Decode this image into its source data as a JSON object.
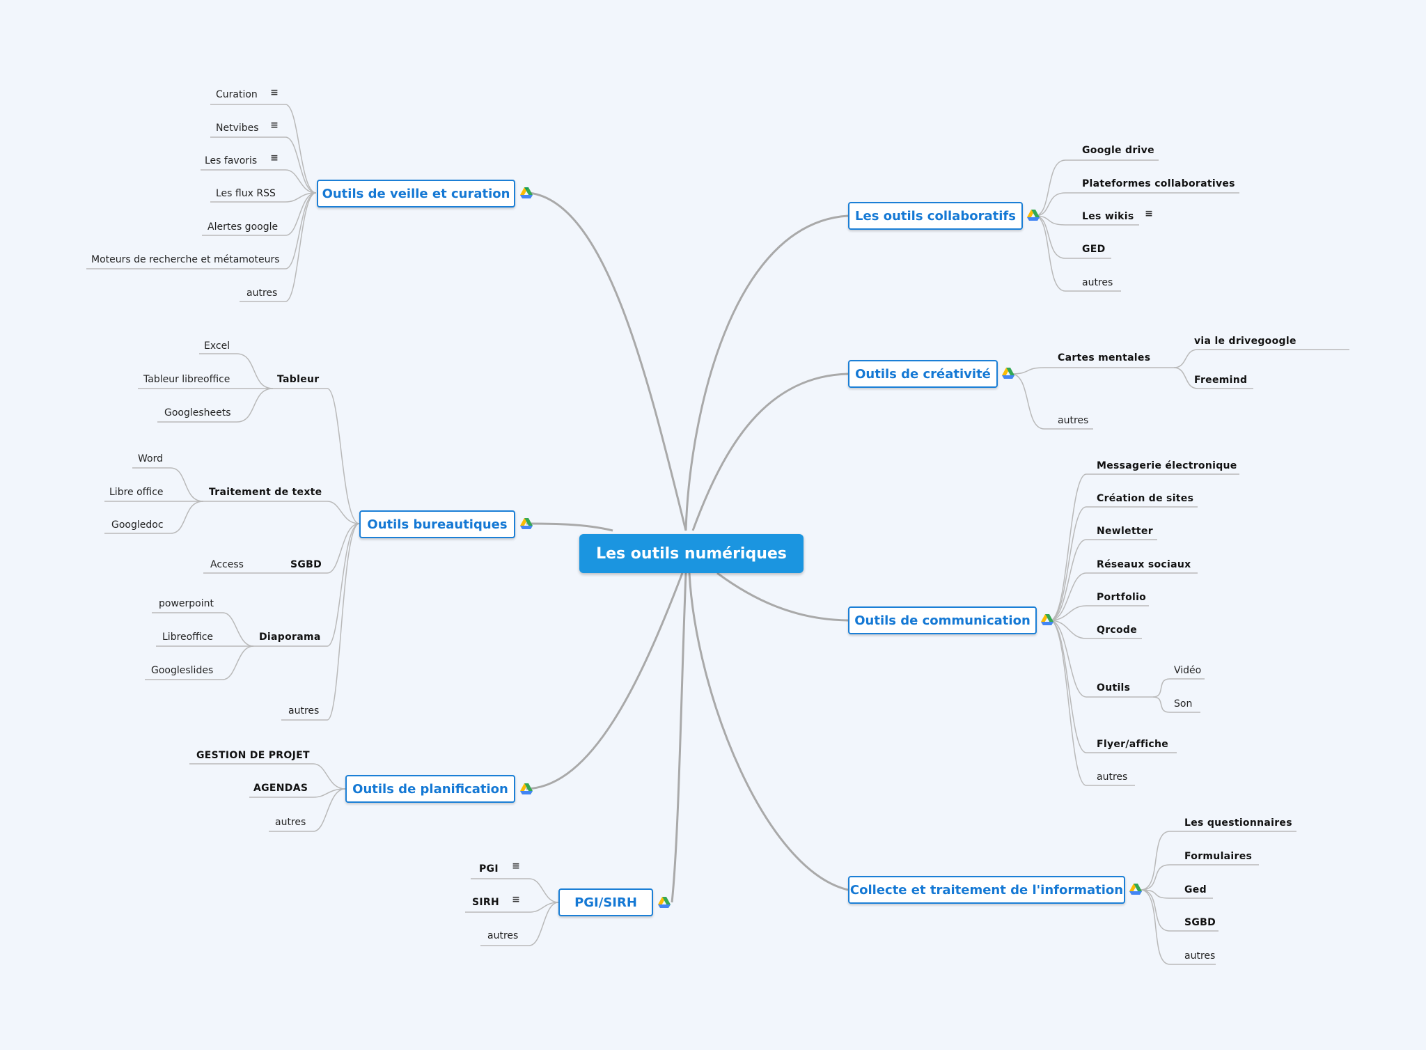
{
  "central": "Les outils numériques",
  "note_icon": "note-icon",
  "badge_icon": "drive-icon",
  "branches": {
    "veille": {
      "label": "Outils de veille et curation",
      "children": [
        "Curation",
        "Netvibes",
        "Les favoris",
        "Les flux RSS",
        "Alertes google",
        "Moteurs de recherche et métamoteurs",
        "autres"
      ]
    },
    "bureautiques": {
      "label": "Outils bureautiques",
      "tableur": {
        "label": "Tableur",
        "children": [
          "Excel",
          "Tableur libreoffice",
          "Googlesheets"
        ]
      },
      "texte": {
        "label": "Traitement de texte",
        "children": [
          "Word",
          "Libre office",
          "Googledoc"
        ]
      },
      "sgbd": {
        "label": "SGBD",
        "children": [
          "Access"
        ]
      },
      "diaporama": {
        "label": "Diaporama",
        "children": [
          "powerpoint",
          "Libreoffice",
          "Googleslides"
        ]
      },
      "autres": "autres"
    },
    "planification": {
      "label": "Outils de planification",
      "children": [
        "GESTION DE PROJET",
        "AGENDAS",
        "autres"
      ]
    },
    "pgi": {
      "label": "PGI/SIRH",
      "children": [
        "PGI",
        "SIRH",
        "autres"
      ]
    },
    "collaboratifs": {
      "label": "Les outils collaboratifs",
      "children": [
        "Google drive",
        "Plateformes collaboratives",
        "Les wikis",
        "GED",
        "autres"
      ]
    },
    "creativite": {
      "label": "Outils de créativité",
      "cartes": {
        "label": "Cartes mentales",
        "children": [
          "via le drivegoogle",
          "Freemind"
        ]
      },
      "autres": "autres"
    },
    "communication": {
      "label": "Outils de communication",
      "children": [
        "Messagerie électronique",
        "Création de sites",
        "Newletter",
        "Réseaux sociaux",
        "Portfolio",
        "Qrcode"
      ],
      "outils": {
        "label": "Outils",
        "children": [
          "Vidéo",
          "Son"
        ]
      },
      "after": [
        "Flyer/affiche",
        "autres"
      ]
    },
    "collecte": {
      "label": "Collecte et traitement de l'information",
      "children": [
        "Les questionnaires",
        "Formulaires",
        "Ged",
        "SGBD",
        "autres"
      ]
    }
  }
}
